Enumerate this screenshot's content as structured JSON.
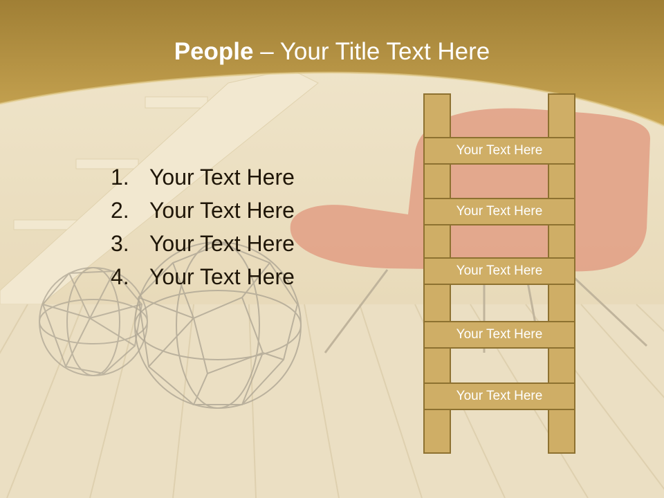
{
  "title": {
    "bold": "People",
    "separator": " – ",
    "rest": "Your Title Text Here"
  },
  "list": {
    "items": [
      {
        "number": "1.",
        "text": "Your Text Here"
      },
      {
        "number": "2.",
        "text": "Your Text Here"
      },
      {
        "number": "3.",
        "text": "Your Text Here"
      },
      {
        "number": "4.",
        "text": "Your Text Here"
      }
    ]
  },
  "ladder": {
    "rungs": [
      "Your Text Here",
      "Your Text Here",
      "Your Text Here",
      "Your Text Here",
      "Your Text Here"
    ]
  },
  "colors": {
    "header_gold": "#b8963f",
    "ladder_fill": "#cfae66",
    "ladder_border": "#8d7130",
    "floor": "#e9dcc0",
    "chair_red": "#d9785f"
  }
}
